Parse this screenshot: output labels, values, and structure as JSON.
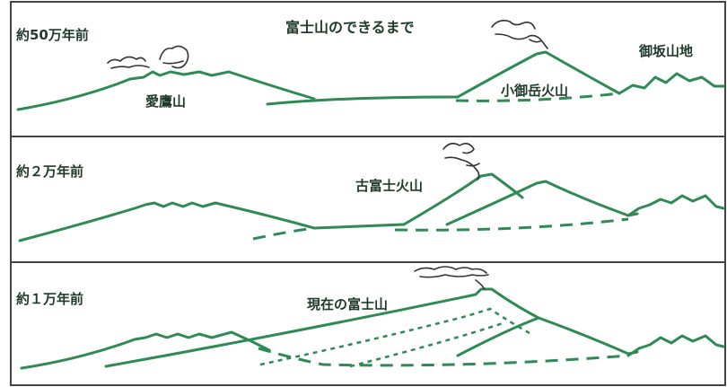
{
  "title": "富士山のできるまで",
  "panels": [
    {
      "era": "約50万年前",
      "labels": {
        "left_mountain": "愛鷹山",
        "center_volcano": "小御岳火山",
        "right_mountain": "御坂山地"
      }
    },
    {
      "era": "約２万年前",
      "labels": {
        "center_volcano": "古富士火山"
      }
    },
    {
      "era": "約１万年前",
      "labels": {
        "center_volcano": "現在の富士山"
      }
    }
  ],
  "colors": {
    "line": "#2f8a55",
    "text": "#1f3a2a",
    "border": "#444444",
    "smoke": "#333333"
  }
}
